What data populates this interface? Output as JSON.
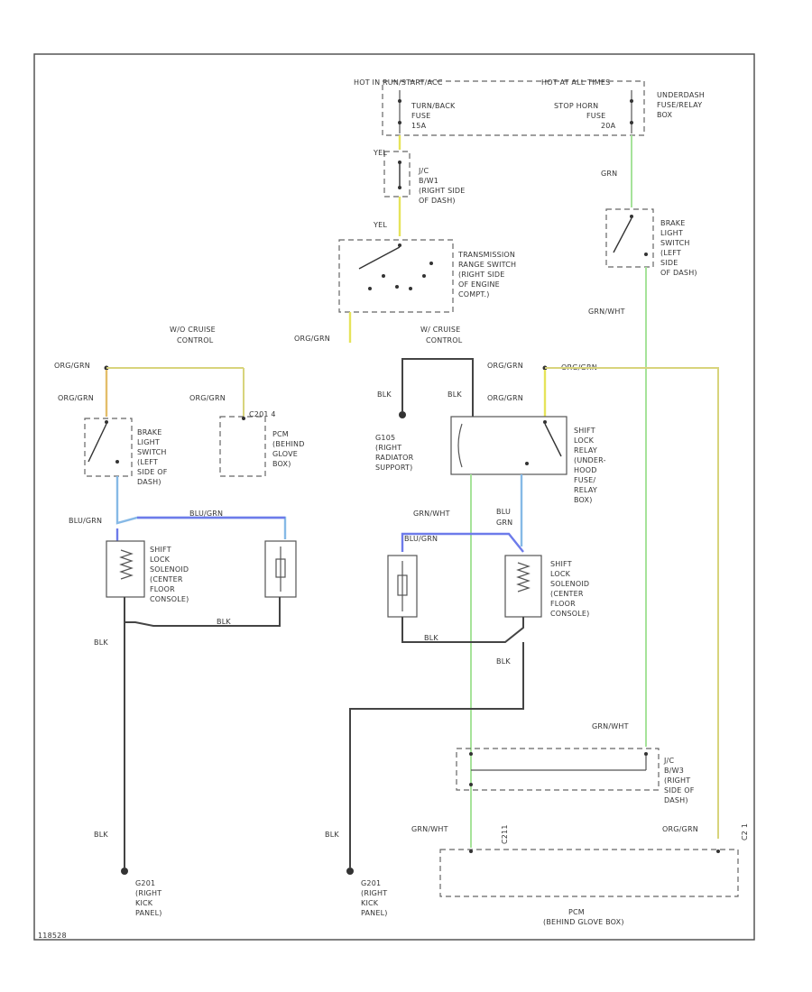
{
  "fuse_box": {
    "hot_left": "HOT IN RUN/START/ACC",
    "hot_right": "HOT AT ALL TIMES",
    "left_fuse": [
      "TURN/BACK",
      "FUSE",
      "15A"
    ],
    "right_fuse": [
      "STOP HORN",
      "FUSE",
      "20A"
    ],
    "box_label": [
      "UNDERDASH",
      "FUSE/RELAY",
      "BOX"
    ]
  },
  "jc_top": [
    "J/C",
    "B/W1",
    "(RIGHT SIDE",
    "OF DASH)"
  ],
  "transmission_switch": [
    "TRANSMISSION",
    "RANGE SWITCH",
    "(RIGHT SIDE",
    "OF ENGINE",
    "COMPT.)"
  ],
  "brake_switch_right": [
    "BRAKE",
    "LIGHT",
    "SWITCH",
    "(LEFT",
    "SIDE",
    "OF DASH)"
  ],
  "brake_switch_left": [
    "BRAKE",
    "LIGHT",
    "SWITCH",
    "(LEFT",
    "SIDE OF",
    "DASH)"
  ],
  "wo_cruise": [
    "W/O CRUISE",
    "CONTROL"
  ],
  "w_cruise": [
    "W/ CRUISE",
    "CONTROL"
  ],
  "pcm_left": [
    "PCM",
    "(BEHIND",
    "GLOVE",
    "BOX)"
  ],
  "ground_g105": [
    "G105",
    "(RIGHT",
    "RADIATOR",
    "SUPPORT)"
  ],
  "shift_lock_relay": [
    "SHIFT",
    "LOCK",
    "RELAY",
    "(UNDER-",
    "HOOD",
    "FUSE/",
    "RELAY",
    "BOX)"
  ],
  "solenoid_left": [
    "SHIFT",
    "LOCK",
    "SOLENOID",
    "(CENTER",
    "FLOOR",
    "CONSOLE)"
  ],
  "solenoid_right": [
    "SHIFT",
    "LOCK",
    "SOLENOID",
    "(CENTER",
    "FLOOR",
    "CONSOLE)"
  ],
  "ground_g201_left": [
    "G201",
    "(RIGHT",
    "KICK",
    "PANEL)"
  ],
  "ground_g201_right": [
    "G201",
    "(RIGHT",
    "KICK",
    "PANEL)"
  ],
  "jc_bottom": [
    "J/C",
    "B/W3",
    "(RIGHT",
    "SIDE OF",
    "DASH)"
  ],
  "pcm_bottom": [
    "PCM",
    "(BEHIND GLOVE BOX)"
  ],
  "wires": {
    "yel": "YEL",
    "grn": "GRN",
    "org_grn": "ORG/GRN",
    "grn_wht": "GRN/WHT",
    "blk": "BLK",
    "blu_grn": "BLU/GRN",
    "blu": "BLU",
    "grn2": "GRN",
    "c211": "C211",
    "c2": "C2 1"
  },
  "connectors": {
    "c201_4": "C201 4"
  },
  "footer_code": "118528",
  "colors": {
    "black_wire": "#444444",
    "green_wire": "#a6e39a",
    "yellow_wire": "#d8d47c",
    "orange_wire": "#e3be6a",
    "blue_wire": "#6d7bea"
  }
}
